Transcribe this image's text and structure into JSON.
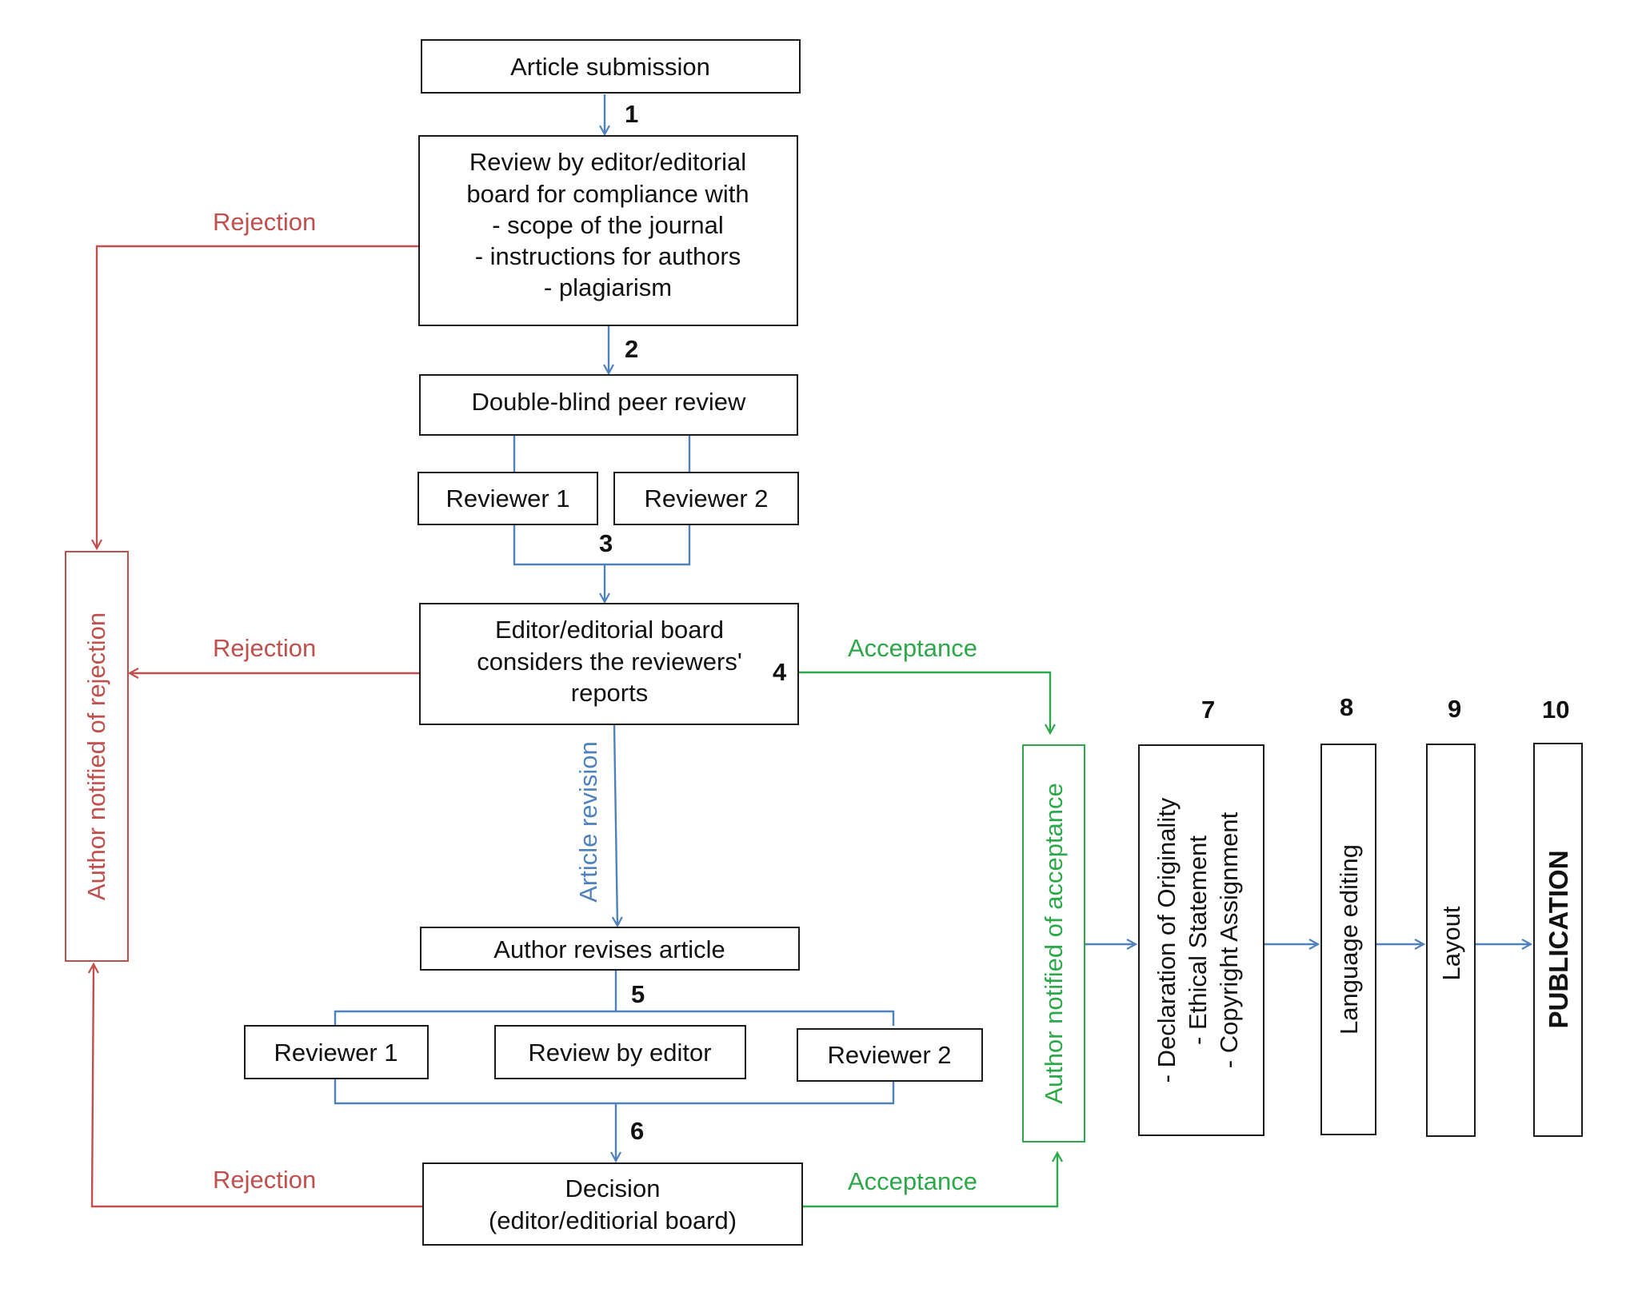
{
  "nodes": {
    "submission": "Article submission",
    "initial_review": [
      "Review by editor/editorial",
      "board for compliance with",
      "- scope of the journal",
      "- instructions for authors",
      "- plagiarism"
    ],
    "peer_review": "Double-blind peer review",
    "reviewer1_a": "Reviewer 1",
    "reviewer2_a": "Reviewer 2",
    "editor_considers": [
      "Editor/editorial board",
      "considers the reviewers'",
      "reports"
    ],
    "author_revises": "Author revises article",
    "reviewer1_b": "Reviewer 1",
    "review_by_editor": "Review by editor",
    "reviewer2_b": "Reviewer 2",
    "decision": [
      "Decision",
      "(editor/editiorial board)"
    ],
    "author_rejection": "Author notified of rejection",
    "author_acceptance": "Author notified of acceptance",
    "declarations": [
      "- Declaration of Originality",
      "- Ethical Statement",
      "- Copyright Assignment"
    ],
    "language_editing": "Language editing",
    "layout": "Layout",
    "publication": "PUBLICATION"
  },
  "steps": {
    "s1": "1",
    "s2": "2",
    "s3": "3",
    "s4": "4",
    "s5": "5",
    "s6": "6",
    "s7": "7",
    "s8": "8",
    "s9": "9",
    "s10": "10"
  },
  "edge_labels": {
    "rejection_1": "Rejection",
    "rejection_2": "Rejection",
    "rejection_3": "Rejection",
    "acceptance_1": "Acceptance",
    "acceptance_2": "Acceptance",
    "article_revision": "Article revision"
  },
  "colors": {
    "flow": "#4f81bd",
    "rejection": "#c0504d",
    "acceptance": "#2ca84a",
    "box_border": "#1a1a1a"
  }
}
